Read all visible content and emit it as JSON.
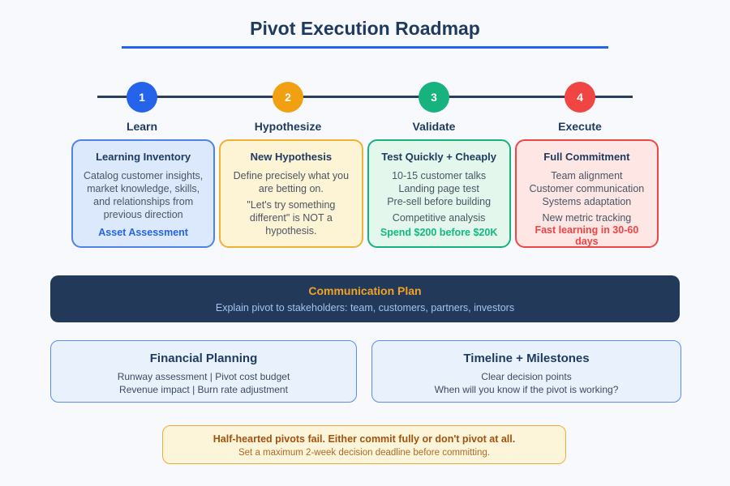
{
  "page": {
    "title": "Pivot Execution Roadmap"
  },
  "colors": {
    "background": "#f7f9fc",
    "heading_navy": "#1e3a5f",
    "underline_blue": "#2563eb",
    "timeline_line": "#2c3e5d",
    "step1_blue": "#2563eb",
    "step2_orange": "#f0a010",
    "step3_green": "#17b37e",
    "step4_red": "#ef4644",
    "banner_navy": "#22395a",
    "banner_title_orange": "#f2a326",
    "banner_sub_blue": "#a4c3ef",
    "warning_border": "#f0aa3d"
  },
  "timeline": {
    "steps": [
      {
        "number": "1",
        "label": "Learn",
        "color": "#2563eb"
      },
      {
        "number": "2",
        "label": "Hypothesize",
        "color": "#f0a010"
      },
      {
        "number": "3",
        "label": "Validate",
        "color": "#17b37e"
      },
      {
        "number": "4",
        "label": "Execute",
        "color": "#ef4644"
      }
    ]
  },
  "step_cards": [
    {
      "title": "Learning Inventory",
      "body": "Catalog customer insights, market knowledge, skills, and relationships from previous direction",
      "footer": "Asset Assessment"
    },
    {
      "title": "New Hypothesis",
      "p1": "Define precisely what you are betting on.",
      "p2": "\"Let's try something different\" is NOT a hypothesis."
    },
    {
      "title": "Test Quickly + Cheaply",
      "items": [
        "10-15 customer talks",
        "Landing page test",
        "Pre-sell before building"
      ],
      "extra": "Competitive analysis",
      "footer": "Spend $200 before $20K"
    },
    {
      "title": "Full Commitment",
      "items": [
        "Team alignment",
        "Customer communication",
        "Systems adaptation"
      ],
      "extra": "New metric tracking",
      "footer": "Fast learning in 30-60 days"
    }
  ],
  "communication": {
    "title": "Communication Plan",
    "subtitle": "Explain pivot to stakeholders: team, customers, partners, investors"
  },
  "financial": {
    "title": "Financial Planning",
    "line1": "Runway assessment | Pivot cost budget",
    "line2": "Revenue impact | Burn rate adjustment"
  },
  "milestones": {
    "title": "Timeline + Milestones",
    "line1": "Clear decision points",
    "line2": "When will you know if the pivot is working?"
  },
  "warning": {
    "title": "Half-hearted pivots fail. Either commit fully or don't pivot at all.",
    "subtitle": "Set a maximum 2-week decision deadline before committing."
  }
}
